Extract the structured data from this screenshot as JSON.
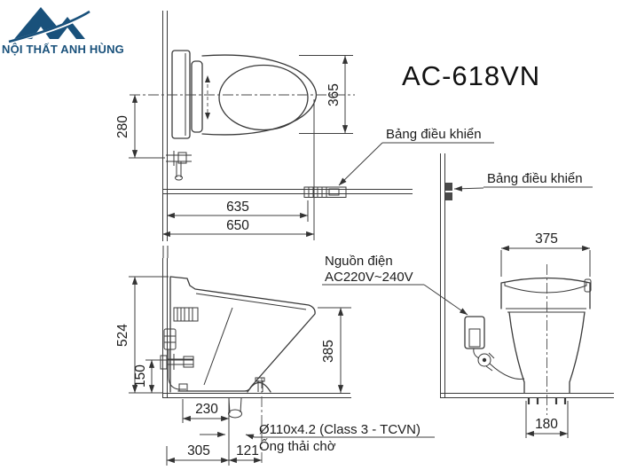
{
  "brand": {
    "name": "NỘI THẤT ANH HÙNG"
  },
  "product": {
    "model": "AC-618VN"
  },
  "labels": {
    "control_panel_top": "Bảng điều khiển",
    "control_panel_right": "Bảng điều khiển",
    "power_line1": "Nguồn điện",
    "power_line2": "AC220V~240V",
    "drain_spec": "Ø110x4.2 (Class 3 - TCVN)",
    "drain_stub": "Ống thải chờ"
  },
  "dimensions_mm": {
    "seat_depth": "365",
    "hinge_offset": "280",
    "length_inner": "635",
    "length_total": "650",
    "height_total": "524",
    "inlet_height": "150",
    "bowl_height": "385",
    "drain_setback": "230",
    "base_length": "305",
    "drain_to_base": "121",
    "tank_width": "375",
    "base_width": "180"
  },
  "colors": {
    "line": "#3c3c3c",
    "brand_blue": "#19517b"
  }
}
